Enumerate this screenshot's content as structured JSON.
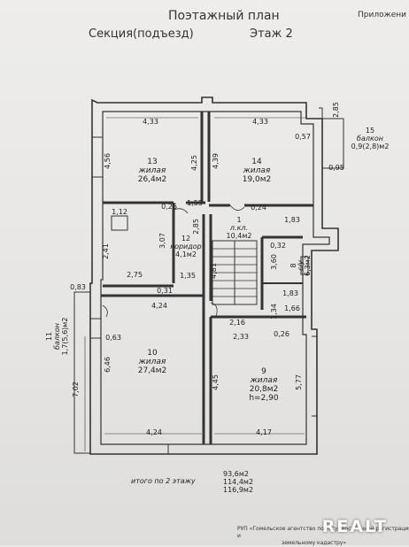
{
  "header": {
    "title": "Поэтажный план",
    "section": "Секция(подъезд)",
    "floor": "Этаж 2",
    "appendix": "Приложени"
  },
  "rooms": [
    {
      "id": "13",
      "num": "13",
      "type": "жилая",
      "area": "26,4м2"
    },
    {
      "id": "14",
      "num": "14",
      "type": "жилая",
      "area": "19,0м2"
    },
    {
      "id": "15",
      "num": "15",
      "type": "балкон",
      "area": "0,9(2,8)м2"
    },
    {
      "id": "1",
      "num": "1",
      "type": "л.кл.",
      "area": "10,4м2"
    },
    {
      "id": "12",
      "num": "12",
      "type": "коридор",
      "area": "4,1м2"
    },
    {
      "id": "8",
      "num": "8",
      "type": "с/у",
      "area": "6,3м2"
    },
    {
      "id": "11",
      "num": "11",
      "type": "балкон",
      "area": "1,7(5,6)м2"
    },
    {
      "id": "10",
      "num": "10",
      "type": "жилая",
      "area": "27,4м2"
    },
    {
      "id": "9",
      "num": "9",
      "type": "жилая",
      "area": "20,8м2",
      "height": "h=2,90"
    }
  ],
  "dimensions": {
    "d433a": "4,33",
    "d433b": "4,33",
    "d285": "2,85",
    "d057": "0,57",
    "d456": "4,56",
    "d425": "4,25",
    "d439": "4,39",
    "d095": "0,95",
    "d112": "1,12",
    "d026a": "0,26",
    "d155": "1,55",
    "d024": "0,24",
    "d285b": "2,85",
    "d183": "1,83",
    "d241": "2,41",
    "d307": "3,07",
    "d032": "0,32",
    "d360": "3,60",
    "d275": "2,75",
    "d083": "0,83",
    "d135": "1,35",
    "d031": "0,31",
    "d424a": "4,24",
    "d183b": "1,83",
    "d134": "1,34",
    "d166": "1,66",
    "d216": "2,16",
    "d063": "0,63",
    "d233": "2,33",
    "d026b": "0,26",
    "d646": "6,46",
    "d702": "7,02",
    "d445": "4,45",
    "d577": "5,77",
    "d424b": "4,24",
    "d417": "4,17",
    "d481": "4,81"
  },
  "totals": {
    "label": "итого по 2 этажу",
    "v1": "93,6м2",
    "v2": "114,4м2",
    "v3": "116,9м2"
  },
  "stamp": {
    "line1": "РУП «Гомельское агентство по государственной регистрации и",
    "line2": "земельному кадастру»"
  },
  "watermark": "REALT"
}
